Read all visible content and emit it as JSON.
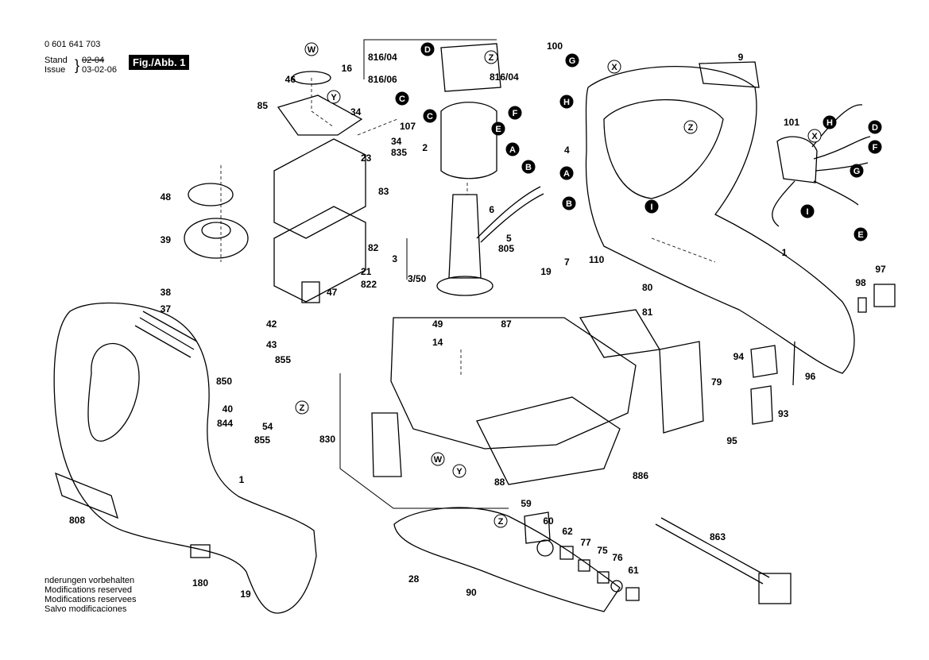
{
  "header": {
    "part_number": "0 601 641 703",
    "stand_label": "Stand",
    "issue_label": "Issue",
    "stand_date": "02-04",
    "issue_date": "03-02-06",
    "figure_label": "Fig./Abb. 1"
  },
  "footer": {
    "lines": [
      "nderungen vorbehalten",
      "Modifications reserved",
      "Modifications reservees",
      "Salvo modificaciones"
    ]
  },
  "callouts": [
    {
      "id": "c-w1",
      "text": "W"
    },
    {
      "id": "c-y1",
      "text": "Y"
    },
    {
      "id": "c-d1",
      "text": "D"
    },
    {
      "id": "c-z1",
      "text": "Z"
    },
    {
      "id": "c-c1",
      "text": "C"
    },
    {
      "id": "c-c2",
      "text": "C"
    },
    {
      "id": "c-e1",
      "text": "E"
    },
    {
      "id": "c-f1",
      "text": "F"
    },
    {
      "id": "c-h1",
      "text": "H"
    },
    {
      "id": "c-g1",
      "text": "G"
    },
    {
      "id": "c-a1",
      "text": "A"
    },
    {
      "id": "c-b1",
      "text": "B"
    },
    {
      "id": "c-a2",
      "text": "A"
    },
    {
      "id": "c-b2",
      "text": "B"
    },
    {
      "id": "c-x1",
      "text": "X"
    },
    {
      "id": "c-z2",
      "text": "Z"
    },
    {
      "id": "c-i1",
      "text": "I"
    },
    {
      "id": "c-h2",
      "text": "H"
    },
    {
      "id": "c-x2",
      "text": "X"
    },
    {
      "id": "c-d2",
      "text": "D"
    },
    {
      "id": "c-f2",
      "text": "F"
    },
    {
      "id": "c-g2",
      "text": "G"
    },
    {
      "id": "c-i2",
      "text": "I"
    },
    {
      "id": "c-e2",
      "text": "E"
    },
    {
      "id": "c-z3",
      "text": "Z"
    },
    {
      "id": "c-w2",
      "text": "W"
    },
    {
      "id": "c-y2",
      "text": "Y"
    },
    {
      "id": "c-z4",
      "text": "Z"
    }
  ],
  "part_labels": [
    {
      "id": "l-46",
      "text": "46"
    },
    {
      "id": "l-85",
      "text": "85"
    },
    {
      "id": "l-34a",
      "text": "34"
    },
    {
      "id": "l-34b",
      "text": "34"
    },
    {
      "id": "l-835",
      "text": "835"
    },
    {
      "id": "l-23",
      "text": "23"
    },
    {
      "id": "l-83",
      "text": "83"
    },
    {
      "id": "l-48",
      "text": "48"
    },
    {
      "id": "l-39",
      "text": "39"
    },
    {
      "id": "l-82",
      "text": "82"
    },
    {
      "id": "l-21",
      "text": "21"
    },
    {
      "id": "l-822",
      "text": "822"
    },
    {
      "id": "l-47",
      "text": "47"
    },
    {
      "id": "l-38",
      "text": "38"
    },
    {
      "id": "l-37",
      "text": "37"
    },
    {
      "id": "l-42",
      "text": "42"
    },
    {
      "id": "l-43",
      "text": "43"
    },
    {
      "id": "l-855a",
      "text": "855"
    },
    {
      "id": "l-850",
      "text": "850"
    },
    {
      "id": "l-40",
      "text": "40"
    },
    {
      "id": "l-844",
      "text": "844"
    },
    {
      "id": "l-54",
      "text": "54"
    },
    {
      "id": "l-855b",
      "text": "855"
    },
    {
      "id": "l-16",
      "text": "16"
    },
    {
      "id": "l-816-04a",
      "text": "816/04"
    },
    {
      "id": "l-816-06",
      "text": "816/06"
    },
    {
      "id": "l-816-04b",
      "text": "816/04"
    },
    {
      "id": "l-107",
      "text": "107"
    },
    {
      "id": "l-2",
      "text": "2"
    },
    {
      "id": "l-100",
      "text": "100"
    },
    {
      "id": "l-4",
      "text": "4"
    },
    {
      "id": "l-6",
      "text": "6"
    },
    {
      "id": "l-5",
      "text": "5"
    },
    {
      "id": "l-805",
      "text": "805"
    },
    {
      "id": "l-3",
      "text": "3"
    },
    {
      "id": "l-3-50",
      "text": "3/50"
    },
    {
      "id": "l-7",
      "text": "7"
    },
    {
      "id": "l-19a",
      "text": "19"
    },
    {
      "id": "l-110",
      "text": "110"
    },
    {
      "id": "l-9",
      "text": "9"
    },
    {
      "id": "l-101",
      "text": "101"
    },
    {
      "id": "l-1a",
      "text": "1"
    },
    {
      "id": "l-97",
      "text": "97"
    },
    {
      "id": "l-98",
      "text": "98"
    },
    {
      "id": "l-80",
      "text": "80"
    },
    {
      "id": "l-81",
      "text": "81"
    },
    {
      "id": "l-49",
      "text": "49"
    },
    {
      "id": "l-87",
      "text": "87"
    },
    {
      "id": "l-14",
      "text": "14"
    },
    {
      "id": "l-94",
      "text": "94"
    },
    {
      "id": "l-96",
      "text": "96"
    },
    {
      "id": "l-79",
      "text": "79"
    },
    {
      "id": "l-93",
      "text": "93"
    },
    {
      "id": "l-95",
      "text": "95"
    },
    {
      "id": "l-830",
      "text": "830"
    },
    {
      "id": "l-886",
      "text": "886"
    },
    {
      "id": "l-88",
      "text": "88"
    },
    {
      "id": "l-808",
      "text": "808"
    },
    {
      "id": "l-1b",
      "text": "1"
    },
    {
      "id": "l-180",
      "text": "180"
    },
    {
      "id": "l-19b",
      "text": "19"
    },
    {
      "id": "l-59",
      "text": "59"
    },
    {
      "id": "l-60",
      "text": "60"
    },
    {
      "id": "l-62",
      "text": "62"
    },
    {
      "id": "l-77",
      "text": "77"
    },
    {
      "id": "l-75",
      "text": "75"
    },
    {
      "id": "l-76",
      "text": "76"
    },
    {
      "id": "l-61",
      "text": "61"
    },
    {
      "id": "l-28",
      "text": "28"
    },
    {
      "id": "l-90",
      "text": "90"
    },
    {
      "id": "l-863",
      "text": "863"
    }
  ]
}
